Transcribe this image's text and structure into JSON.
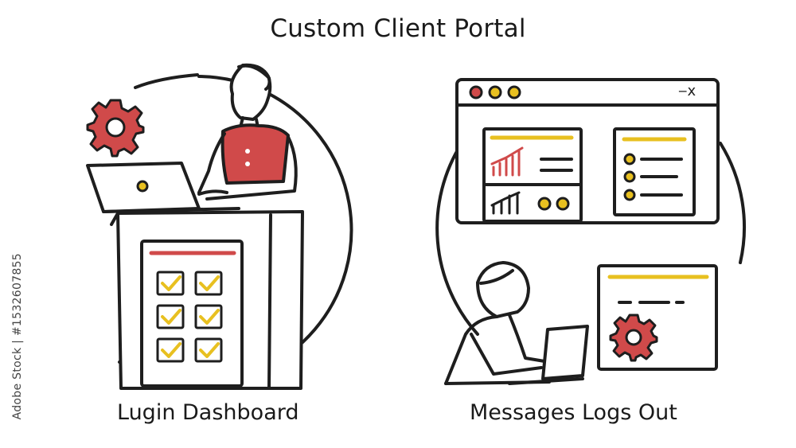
{
  "title": "Custom Client Portal",
  "captions": {
    "left": "Lugin Dashboard",
    "right": "Messages Logs Out"
  },
  "watermark": "Adobe Stock | #1532607855",
  "window_controls": "‒x",
  "colors": {
    "stroke": "#1e1e1e",
    "accent_red": "#d04a4a",
    "accent_yellow": "#e8c020",
    "background": "#ffffff"
  },
  "icons": [
    "gear-icon",
    "laptop-icon",
    "checkbox-icon",
    "bar-chart-icon",
    "browser-window-icon"
  ]
}
